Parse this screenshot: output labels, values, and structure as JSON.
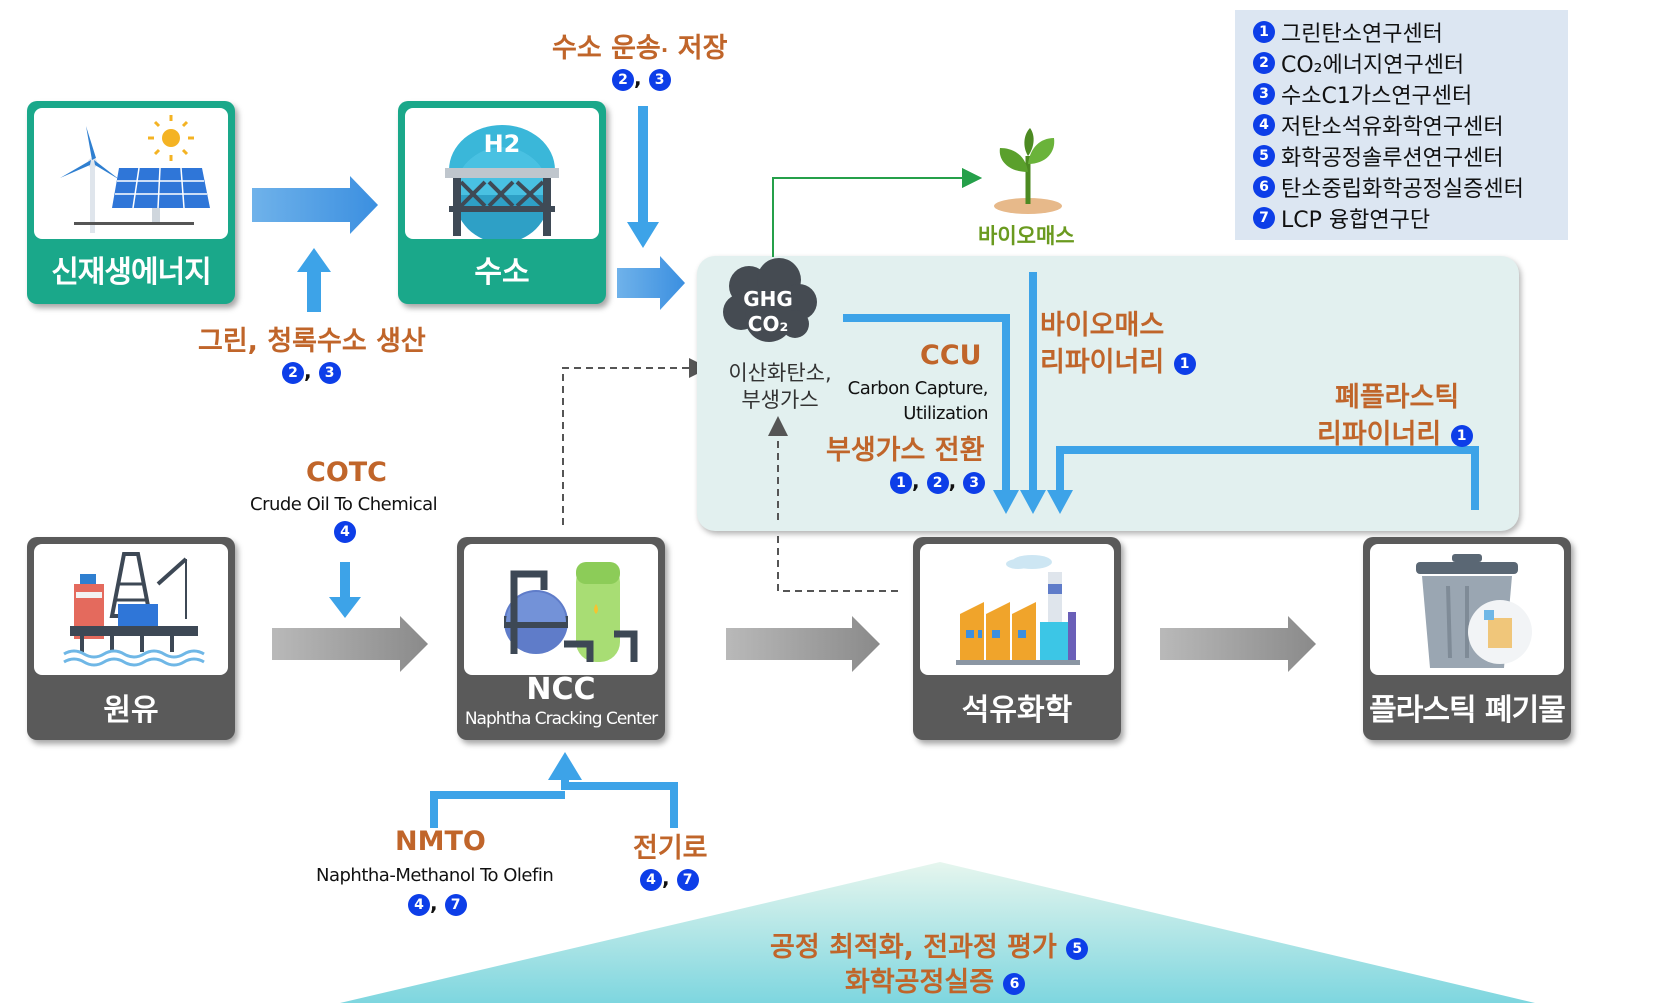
{
  "legend": [
    {
      "num": "1",
      "label": "그린탄소연구센터"
    },
    {
      "num": "2",
      "label": "CO₂에너지연구센터"
    },
    {
      "num": "3",
      "label": "수소C1가스연구센터"
    },
    {
      "num": "4",
      "label": "저탄소석유화학연구센터"
    },
    {
      "num": "5",
      "label": "화학공정솔루션연구센터"
    },
    {
      "num": "6",
      "label": "탄소중립화학공정실증센터"
    },
    {
      "num": "7",
      "label": "LCP 융합연구단"
    }
  ],
  "boxes": {
    "renewable": "신재생에너지",
    "hydrogen": "수소",
    "crude": "원유",
    "ncc": "NCC",
    "ncc_sub": "Naphtha Cracking Center",
    "petrochem": "석유화학",
    "plastic_waste": "플라스틱 폐기물"
  },
  "labels": {
    "h2_transport": "수소 운송",
    "h2_transport_dot": "·",
    "h2_storage": "저장",
    "h2_transport_nums": [
      "2",
      "3"
    ],
    "green_blue_h2": "그린, 청록수소 생산",
    "green_blue_h2_nums": [
      "2",
      "3"
    ],
    "biomass": "바이오매스",
    "ghg": "GHG",
    "co2": "CO₂",
    "co2_label_1": "이산화탄소,",
    "co2_label_2": "부생가스",
    "ccu": "CCU",
    "ccu_sub_1": "Carbon Capture,",
    "ccu_sub_2": "Utilization",
    "byproduct_conv": "부생가스 전환",
    "byproduct_nums": [
      "1",
      "2",
      "3"
    ],
    "bio_refinery_1": "바이오매스",
    "bio_refinery_2": "리파이너리",
    "bio_refinery_num": "1",
    "plastic_refinery_1": "폐플라스틱",
    "plastic_refinery_2": "리파이너리",
    "plastic_refinery_num": "1",
    "cotc": "COTC",
    "cotc_sub": "Crude Oil To Chemical",
    "cotc_num": "4",
    "nmto": "NMTO",
    "nmto_sub": "Naphtha-Methanol To Olefin",
    "nmto_nums": [
      "4",
      "7"
    ],
    "electric_furnace": "전기로",
    "electric_furnace_nums": [
      "4",
      "7"
    ],
    "process_opt": "공정 최적화, 전과정 평가",
    "process_opt_num": "5",
    "chem_demo": "화학공정실증",
    "chem_demo_num": "6"
  },
  "colors": {
    "teal": "#1aa88a",
    "gray_box": "#5a5a5a",
    "orange_text": "#c0652a",
    "blue_arrow": "#3da3e8",
    "badge_blue": "#0d3ee8",
    "biomass_green": "#6a9a1f"
  }
}
